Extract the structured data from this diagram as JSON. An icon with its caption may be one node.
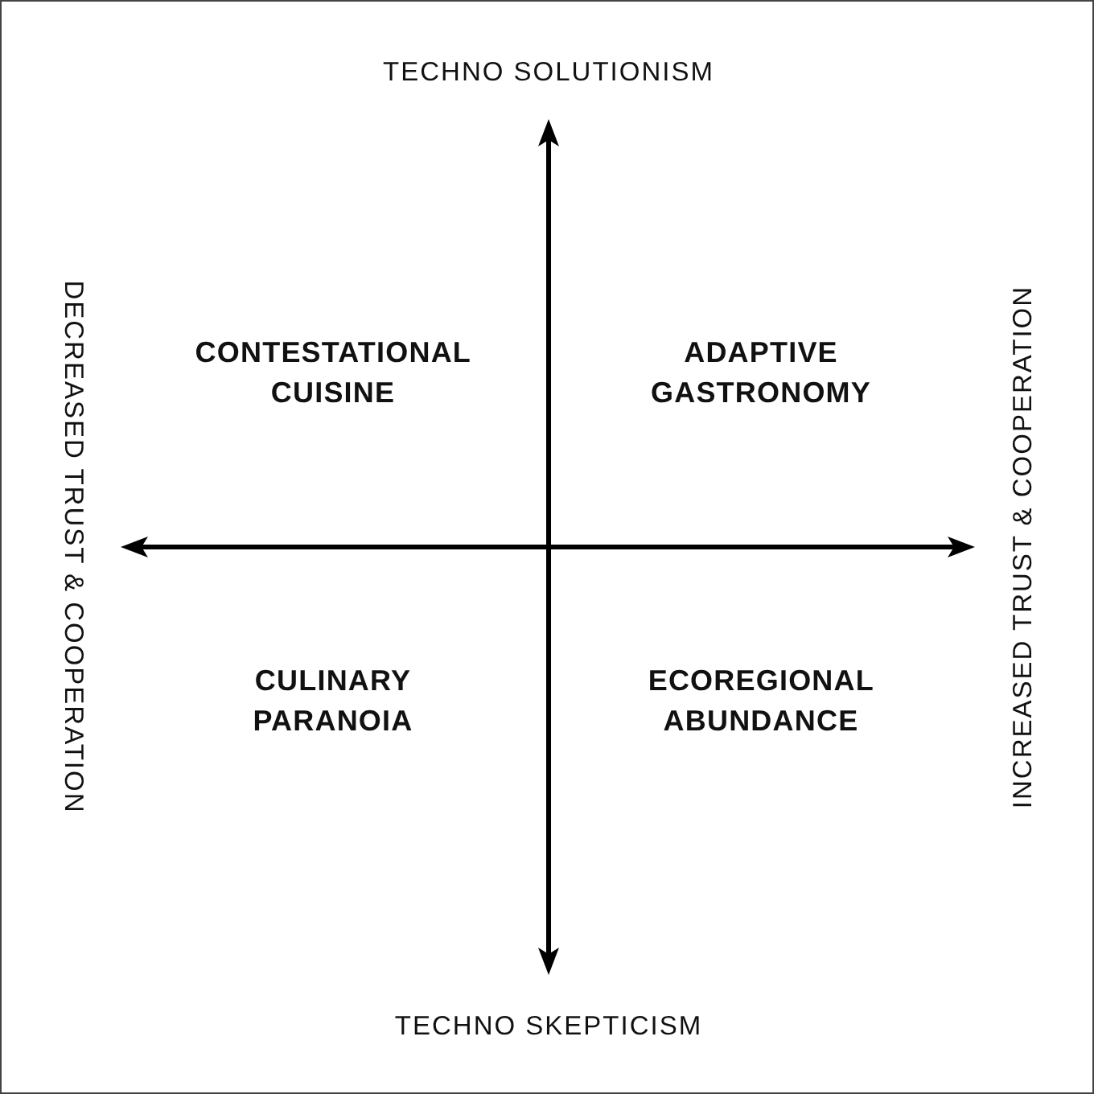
{
  "diagram": {
    "labels": [
      "TECHNO SOLUTIONISM",
      "DECREASED TRUST & COOPERATION",
      "CONTESTATIONAL CUISINE",
      "ADAPTIVE GASTRONOMY",
      "INCREASED TRUST & COOPERATION",
      "CULINARY PARANOIA",
      "ECOREGIONAL ABUNDANCE",
      "TECHNO SKEPTICISM"
    ]
  }
}
